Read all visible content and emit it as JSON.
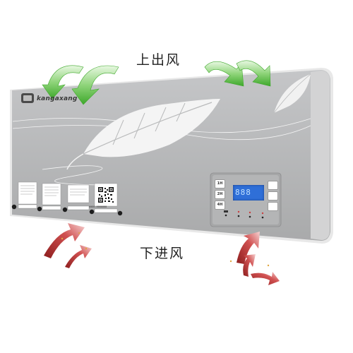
{
  "captions": {
    "top": "上出风",
    "bottom": "下进风"
  },
  "brand": {
    "name": "kangaxang"
  },
  "control_panel": {
    "left_buttons": [
      "1H",
      "2H",
      "4H"
    ],
    "right_buttons": [
      "",
      "",
      ""
    ],
    "lcd": "888"
  },
  "qr_panel": {
    "hotline": "0000-0000000"
  },
  "colors": {
    "body": "#b9babb",
    "arrow_green": "#5fbf4a",
    "arrow_red": "#c93636",
    "lcd": "#2f6fd8"
  },
  "icons": {
    "feather": "feather-icon",
    "arrows_out": "airflow-out-arrow-icon",
    "arrows_in": "airflow-in-arrow-icon"
  }
}
